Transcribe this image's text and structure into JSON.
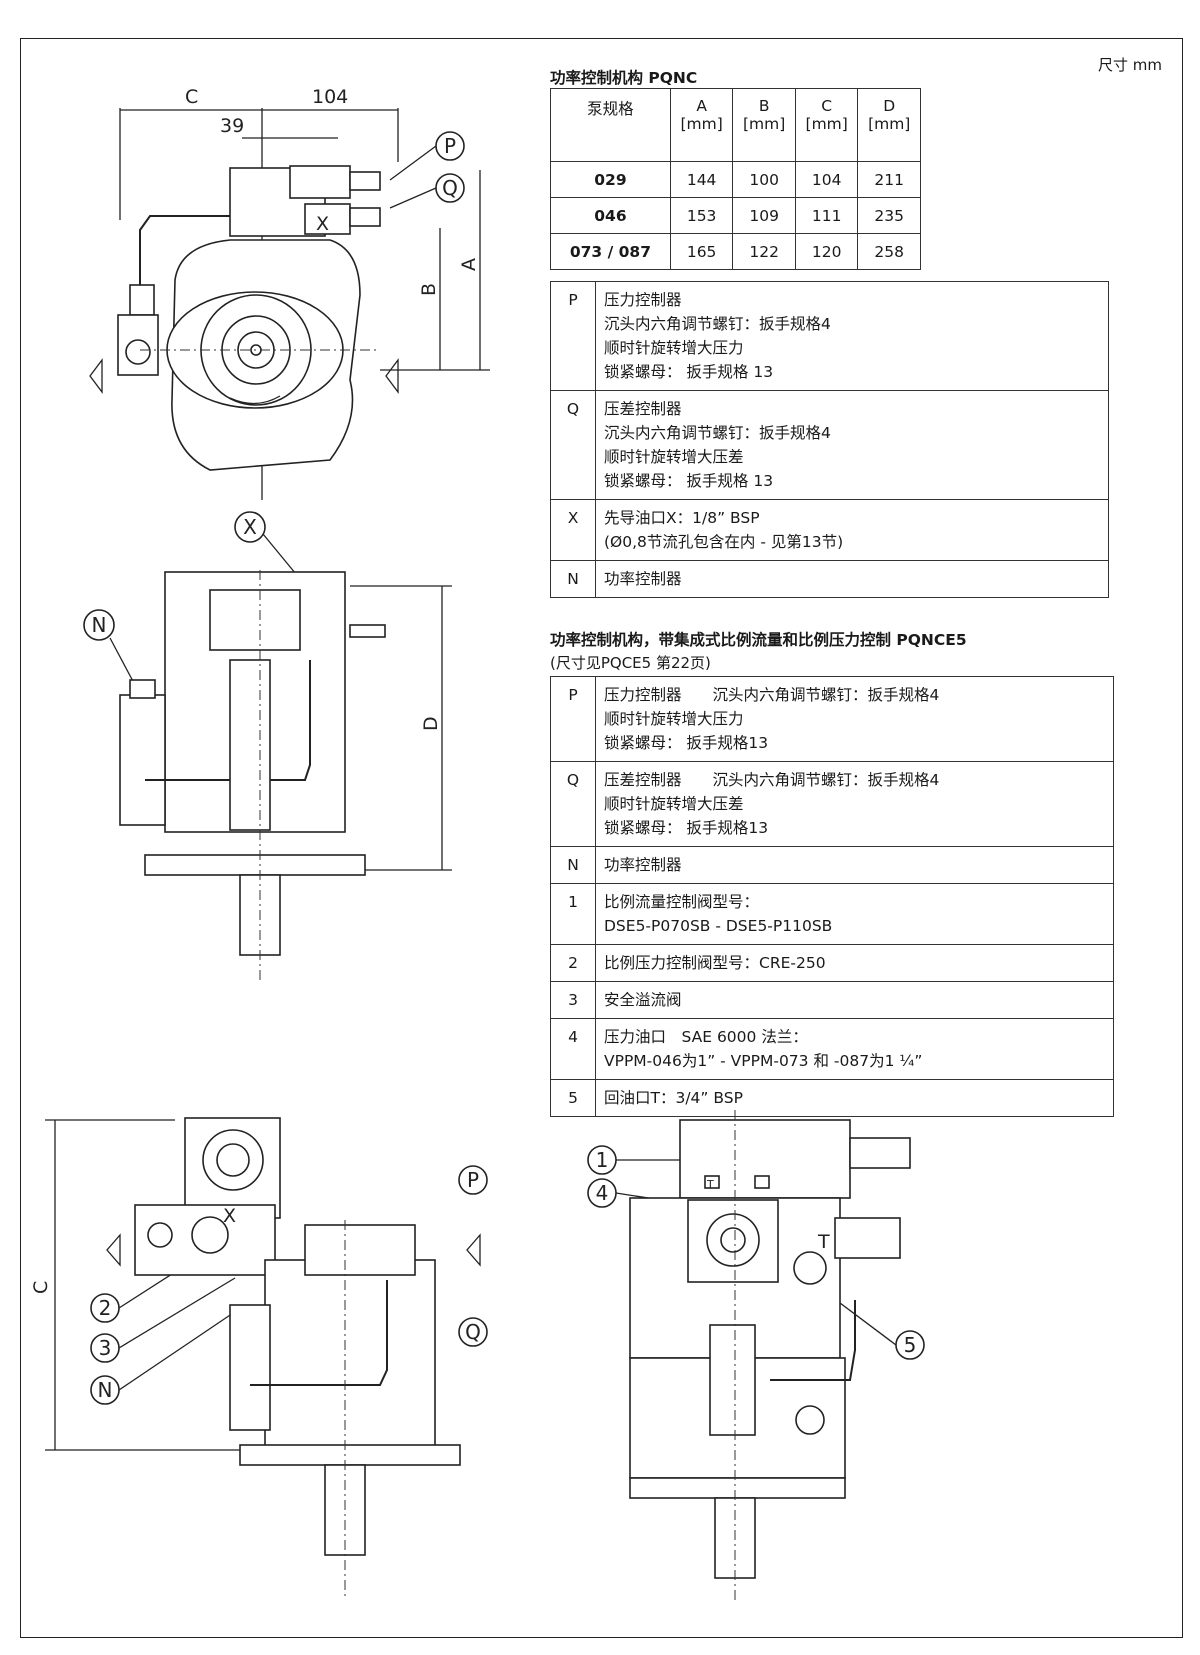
{
  "unit_note": "尺寸 mm",
  "pqnc": {
    "title": "功率控制机构 PQNC",
    "headers": [
      {
        "name": "泵规格",
        "unit": ""
      },
      {
        "name": "A",
        "unit": "[mm]"
      },
      {
        "name": "B",
        "unit": "[mm]"
      },
      {
        "name": "C",
        "unit": "[mm]"
      },
      {
        "name": "D",
        "unit": "[mm]"
      }
    ],
    "rows": [
      [
        "029",
        "144",
        "100",
        "104",
        "211"
      ],
      [
        "046",
        "153",
        "109",
        "111",
        "235"
      ],
      [
        "073 / 087",
        "165",
        "122",
        "120",
        "258"
      ]
    ],
    "legend": [
      {
        "key": "P",
        "lines": [
          "压力控制器",
          "沉头内六角调节螺钉：扳手规格4",
          "顺时针旋转增大压力",
          "锁紧螺母： 扳手规格 13"
        ]
      },
      {
        "key": "Q",
        "lines": [
          "压差控制器",
          "沉头内六角调节螺钉：扳手规格4",
          "顺时针旋转增大压差",
          "锁紧螺母： 扳手规格 13"
        ]
      },
      {
        "key": "X",
        "lines": [
          "先导油口X：1/8” BSP",
          "(Ø0,8节流孔包含在内 - 见第13节)"
        ]
      },
      {
        "key": "N",
        "lines": [
          "功率控制器"
        ]
      }
    ]
  },
  "pqnce5": {
    "title": "功率控制机构，带集成式比例流量和比例压力控制 PQNCE5",
    "subtitle": "(尺寸见PQCE5 第22页)",
    "legend": [
      {
        "key": "P",
        "lines": [
          "压力控制器　　沉头内六角调节螺钉：扳手规格4",
          "顺时针旋转增大压力",
          "锁紧螺母： 扳手规格13"
        ]
      },
      {
        "key": "Q",
        "lines": [
          "压差控制器　　沉头内六角调节螺钉：扳手规格4",
          "顺时针旋转增大压差",
          "锁紧螺母： 扳手规格13"
        ]
      },
      {
        "key": "N",
        "lines": [
          "功率控制器"
        ]
      },
      {
        "key": "1",
        "lines": [
          "比例流量控制阀型号：",
          "DSE5-P070SB  -  DSE5-P110SB"
        ]
      },
      {
        "key": "2",
        "lines": [
          "比例压力控制阀型号：CRE-250"
        ]
      },
      {
        "key": "3",
        "lines": [
          "安全溢流阀"
        ]
      },
      {
        "key": "4",
        "lines": [
          "压力油口　SAE 6000 法兰：",
          "VPPM-046为1”  -  VPPM-073 和 -087为1 ¼”"
        ]
      },
      {
        "key": "5",
        "lines": [
          "回油口T：3/4” BSP"
        ]
      }
    ]
  },
  "drawings": {
    "top_view": {
      "dim_c": "C",
      "dim_104": "104",
      "dim_39": "39",
      "dim_a": "A",
      "dim_b": "B",
      "port_p": "P",
      "port_q": "Q",
      "port_x": "X"
    },
    "side_view": {
      "callout_x": "X",
      "callout_n": "N",
      "dim_d": "D"
    },
    "bottom_left": {
      "dim_c": "C",
      "port_x": "X",
      "callout_p": "P",
      "callout_q": "Q",
      "callout_2": "2",
      "callout_3": "3",
      "callout_n": "N"
    },
    "bottom_right": {
      "callout_1": "1",
      "callout_4": "4",
      "callout_5": "5",
      "mark_t": "T",
      "mark_t_block": "T"
    }
  }
}
